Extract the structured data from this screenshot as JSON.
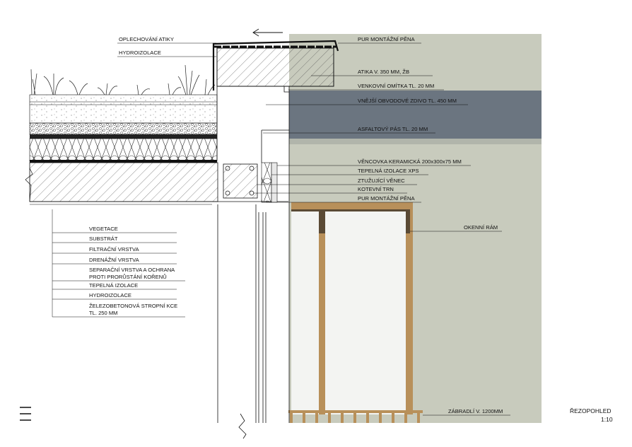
{
  "labels_upper": [
    {
      "text": "OPLECHOVÁNÍ ATIKY"
    },
    {
      "text": "HYDROIZOLACE"
    }
  ],
  "labels_right": [
    {
      "text": "PUR MONTÁŽNÍ PĚNA"
    },
    {
      "text": "ATIKA V. 350 MM, ŽB"
    },
    {
      "text": "VENKOVNÍ OMÍTKA TL. 20 MM"
    },
    {
      "text": "VNĚJŠÍ OBVODOVÉ ZDIVO TL. 450 MM"
    },
    {
      "text": "ASFALTOVÝ PÁS TL. 20 MM"
    },
    {
      "text": "VĚNCOVKA KERAMICKÁ 200x300x75 MM"
    },
    {
      "text": "TEPELNÁ IZOLACE XPS"
    },
    {
      "text": "ZTUŽUJÍCÍ VĚNEC"
    },
    {
      "text": "KOTEVNÍ TRN"
    },
    {
      "text": "PUR MONTÁŽNÍ PĚNA"
    },
    {
      "text": "OKENNÍ RÁM"
    },
    {
      "text": "ZÁBRADLÍ V. 1200MM"
    }
  ],
  "layers_legend": [
    {
      "text": "VEGETACE"
    },
    {
      "text": "SUBSTRÁT"
    },
    {
      "text": "FILTRAČNÍ VRSTVA"
    },
    {
      "text": "DRENÁŽNÍ VRSTVA"
    },
    {
      "text": "SEPARAČNÍ VRSTVA  A OCHRANA",
      "text2": "PROTI PRORŮSTÁNÍ KOŘENŮ"
    },
    {
      "text": "TEPELNÁ IZOLACE"
    },
    {
      "text": "HYDROIZOLACE"
    },
    {
      "text": "ŽELEZOBETONOVÁ STROPNÍ KCE",
      "text2": "TL. 250 MM"
    }
  ],
  "title_block": {
    "title": "ŘEZOPOHLED",
    "scale": "1:10"
  },
  "colors": {
    "facade": "#c8cbbd",
    "facade_dark": "#6b7580",
    "window_frame": "#b8905a",
    "window_frame_dark": "#5a4a35",
    "glass": "#f3f4f2",
    "line": "#111111"
  },
  "icons": [
    "menu-icon",
    "arrow-left-icon"
  ]
}
